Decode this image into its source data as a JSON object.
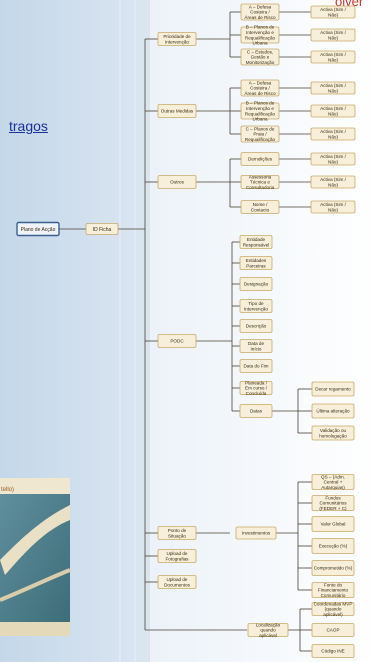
{
  "slide": {
    "top_fragment": "olver",
    "link_fragment": "tragos",
    "photo_caption": "tello)"
  },
  "diagram": {
    "root": "Plano de Acção",
    "id_node": "ID Ficha",
    "level1": {
      "prioridade": "Prioridade de Intervenção",
      "outras": "Outras Medidas",
      "outros": "Outros",
      "podc": "PODC",
      "ponto": "Ponto de Situação",
      "fotos": "Upload de Fotografias",
      "docs": "Upload de Documentos",
      "local": "Localização quando aplicável"
    },
    "prioridade_children": [
      "A – Defesa Costeira / Áreas de Risco",
      "B – Planos de Intervenção e Requalificação Urbana",
      "C – Estudos, Gestão e Monitorização"
    ],
    "outras_children": [
      "A – Defesa Costeira / Áreas de Risco",
      "B – Planos de Intervenção e Requalificação Urbana",
      "C – Planos de Praia / Requalificação"
    ],
    "activa_label": "Activa (Sim / Não)",
    "outros_children": [
      "Demolições",
      "Assessoria Técnica e Consultadoria",
      "Nome / Contacto"
    ],
    "podc_children": [
      "Entidade Responsável",
      "Entidades Parceiras",
      "Designação",
      "Tipo de Intervenção",
      "Descrição",
      "Data de Início",
      "Data do Fim",
      "Planeada / Em curso / Concluída",
      "Datas"
    ],
    "datas_children": [
      "Decar regamento",
      "Última alteração",
      "Validação ou homologação"
    ],
    "investimentos": "Investimentos",
    "invest_children": [
      "QS – (Adm. Central + Autarquias)",
      "Fundos Comunitários (FEDER + C)",
      "Valor Global",
      "Execução (%)",
      "Comprometido (%)",
      "Fonte do Financiamento Comunitário"
    ],
    "local_children": [
      "Coordenadas MVP (quando aplicável)",
      "CAOP",
      "Código INE"
    ]
  }
}
